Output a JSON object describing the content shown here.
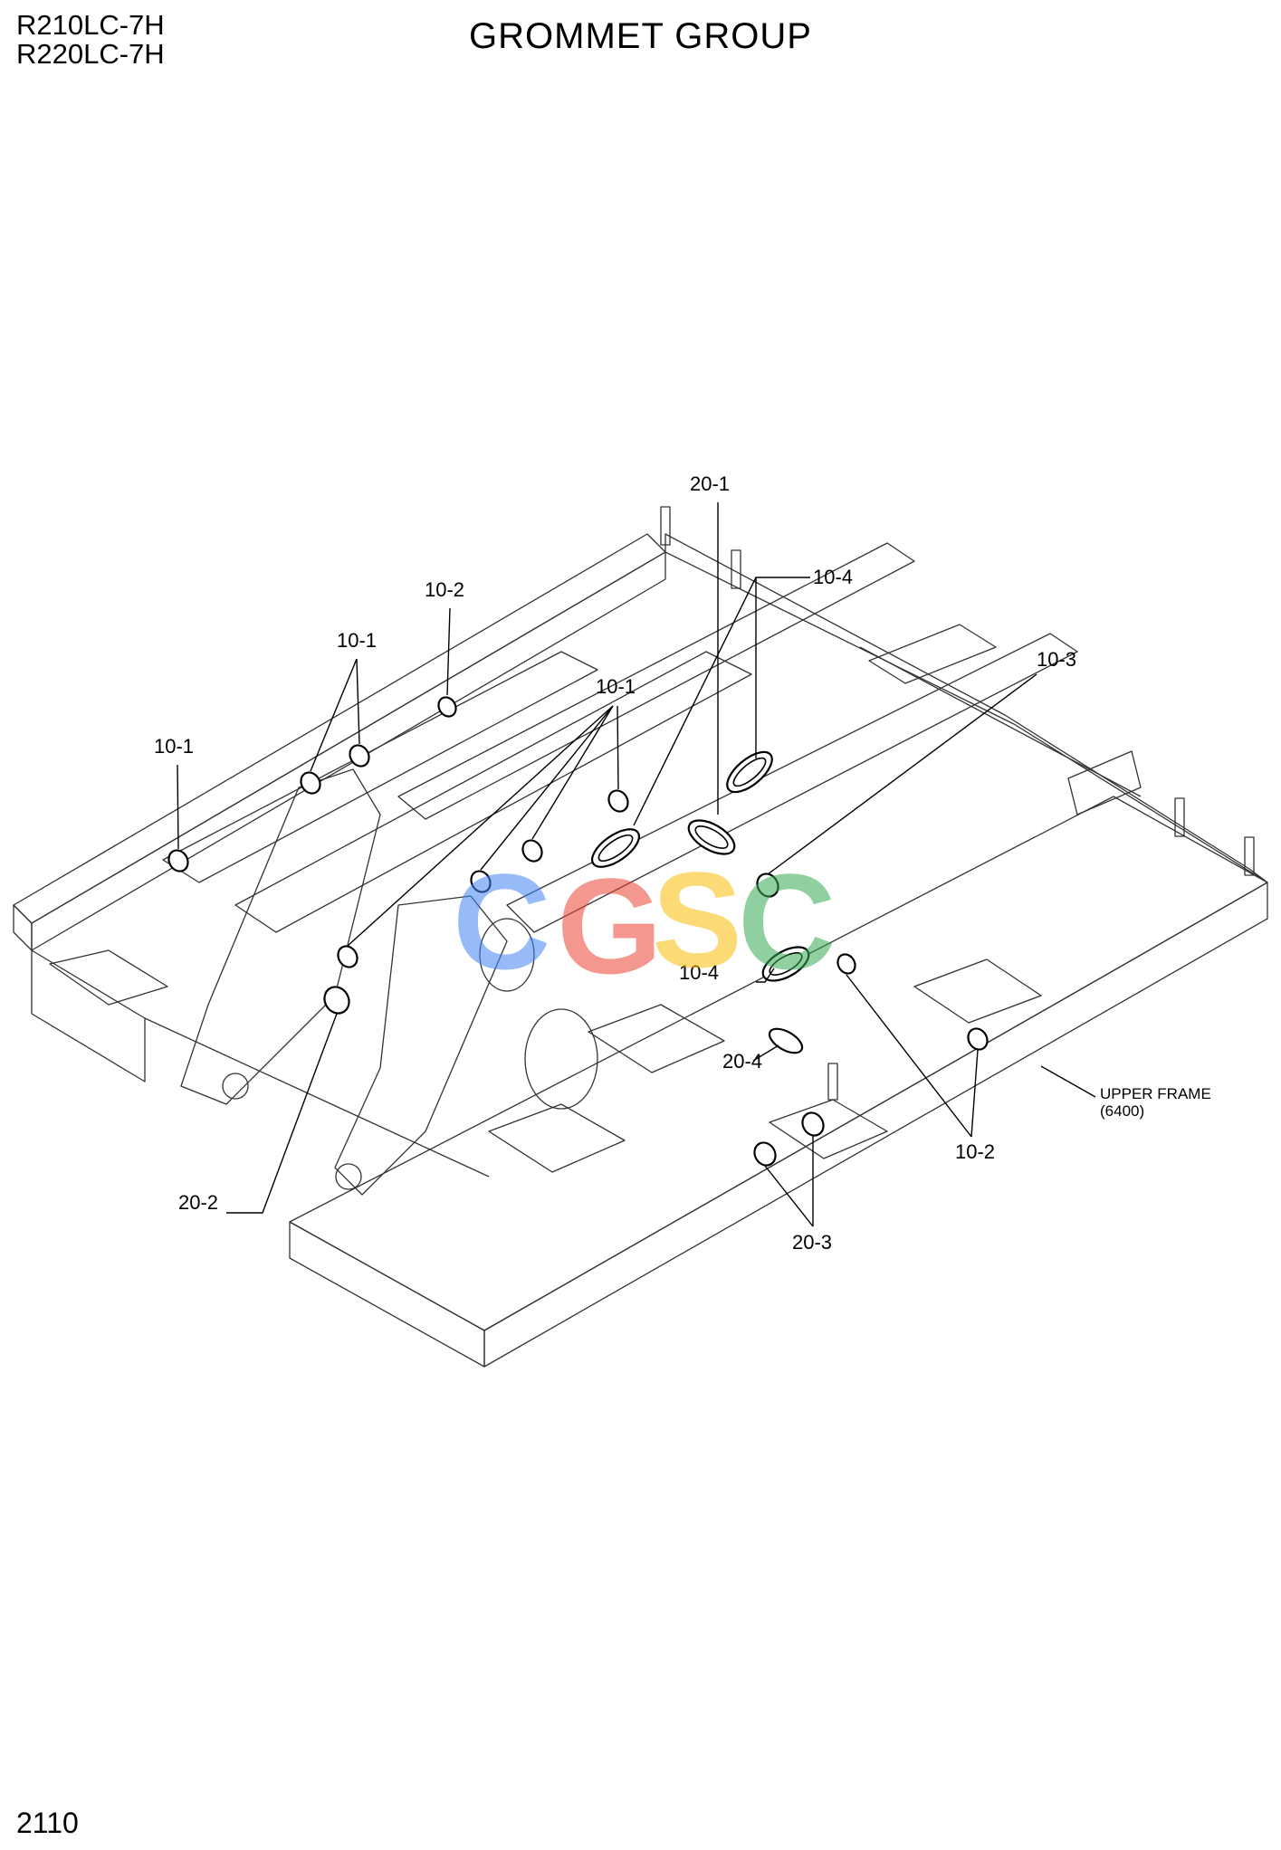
{
  "header": {
    "models": [
      "R210LC-7H",
      "R220LC-7H"
    ],
    "title": "GROMMET GROUP"
  },
  "callouts": {
    "c_20_1": "20-1",
    "c_10_4_top": "10-4",
    "c_10_2_top": "10-2",
    "c_10_1_a": "10-1",
    "c_10_1_b": "10-1",
    "c_10_1_c": "10-1",
    "c_10_3": "10-3",
    "c_10_4_mid": "10-4",
    "c_20_4": "20-4",
    "c_20_2": "20-2",
    "c_10_2_right": "10-2",
    "c_20_3": "20-3"
  },
  "note": {
    "line1": "UPPER FRAME",
    "line2": "(6400)"
  },
  "watermark": {
    "letters": [
      "C",
      "G",
      "S",
      "C"
    ],
    "colors": [
      "#4285F4",
      "#EA4335",
      "#FBBC05",
      "#34A853"
    ]
  },
  "footer": {
    "page_number": "2110"
  }
}
